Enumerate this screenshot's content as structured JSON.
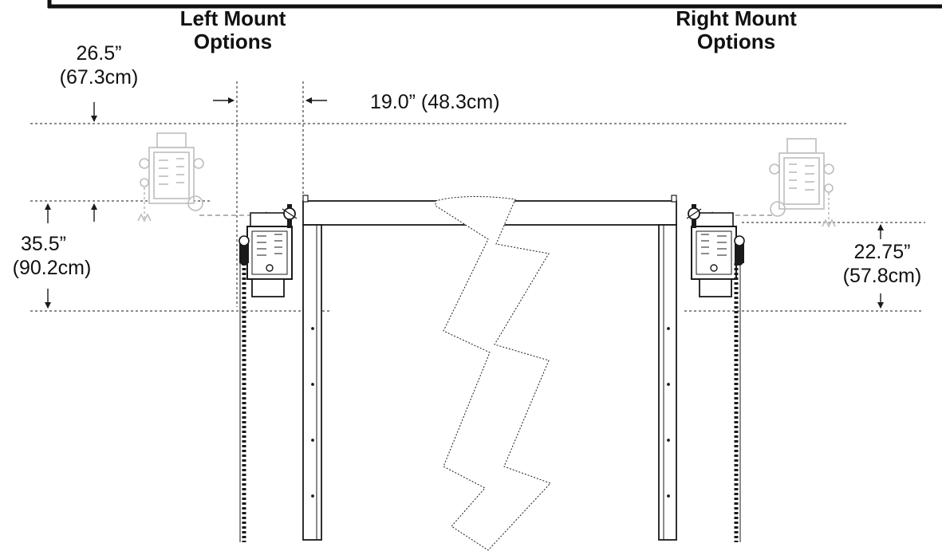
{
  "headings": {
    "left_line1": "Left Mount",
    "left_line2": "Options",
    "right_line1": "Right Mount",
    "right_line2": "Options"
  },
  "dimensions": {
    "top_offset_imperial": "26.5”",
    "top_offset_metric": "(67.3cm)",
    "mount_spacing": "19.0” (48.3cm)",
    "left_height_imperial": "35.5”",
    "left_height_metric": "(90.2cm)",
    "right_height_imperial": "22.75”",
    "right_height_metric": "(57.8cm)"
  },
  "colors": {
    "line": "#1a1a1a",
    "ghost_operator": "#bdbdbd",
    "ghost_arrow": "#a8a8a8"
  },
  "icons": {
    "operator": "gear-operator-icon",
    "ghost_operator": "ghost-operator-icon",
    "chain": "hand-chain-icon"
  }
}
